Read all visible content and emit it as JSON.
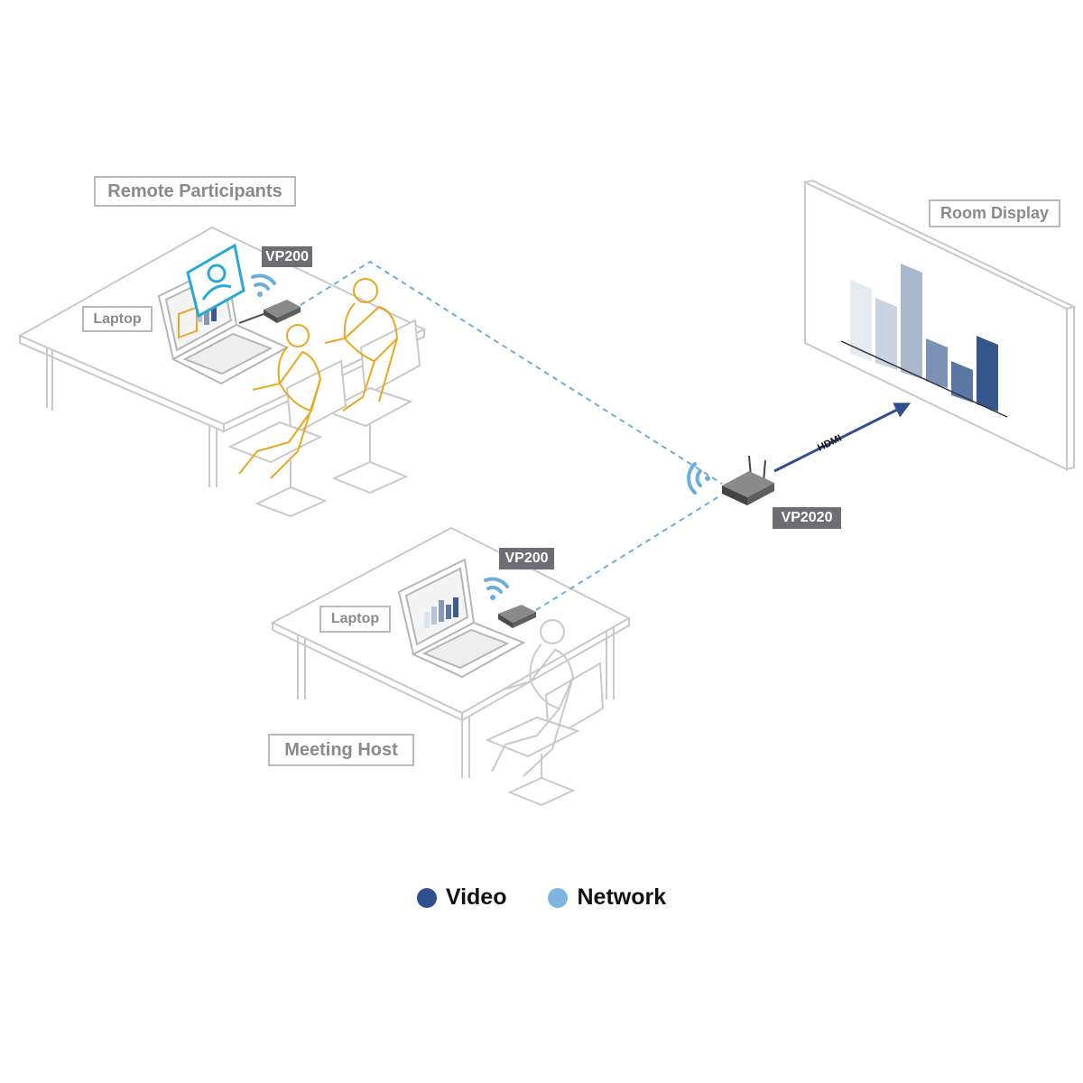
{
  "labels": {
    "remote_participants": "Remote Participants",
    "room_display": "Room Display",
    "meeting_host": "Meeting Host",
    "laptop_remote": "Laptop",
    "laptop_host": "Laptop"
  },
  "devices": {
    "vp200_remote": "VP200",
    "vp200_host": "VP200",
    "vp2020": "VP2020"
  },
  "links": {
    "hdmi": "HDMI"
  },
  "legend": [
    {
      "label": "Video",
      "color": "#2f4f8f"
    },
    {
      "label": "Network",
      "color": "#7fb5e0"
    }
  ],
  "colors": {
    "video_line": "#2f4f8f",
    "network_line": "#6aaee0",
    "furniture": "#c9c9c9",
    "remote_person": "#e8a820",
    "host_person": "#c9c9c9",
    "screen_accent": "#29a8d8"
  }
}
